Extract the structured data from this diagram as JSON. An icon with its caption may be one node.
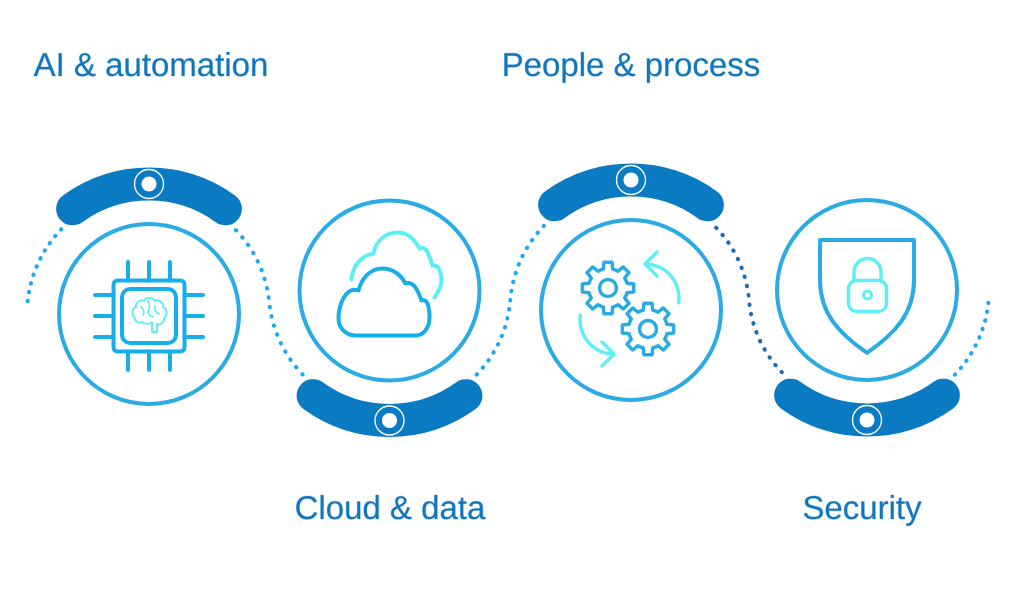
{
  "diagram": {
    "nodes": [
      {
        "text": [],
        "shape": "circle"
      },
      {
        "text": [],
        "shape": "circle"
      },
      {
        "text": [],
        "shape": "circle"
      },
      {
        "text": [],
        "shape": "circle"
      }
    ],
    "edges": [
      {
        "from": null,
        "to": 0,
        "arrow": "none",
        "style": "dashed"
      },
      {
        "from": 0,
        "to": 1,
        "arrow": "none",
        "style": "dashed"
      },
      {
        "from": 1,
        "to": 2,
        "arrow": "none",
        "style": "dashed"
      },
      {
        "from": 2,
        "to": 3,
        "arrow": "none",
        "style": "dashed",
        "color": "#1b6db4"
      },
      {
        "from": 3,
        "to": null,
        "arrow": "none",
        "style": "dashed"
      }
    ],
    "labels": [
      "AI & automation",
      "People & process",
      "Cloud & data",
      "Security"
    ]
  }
}
